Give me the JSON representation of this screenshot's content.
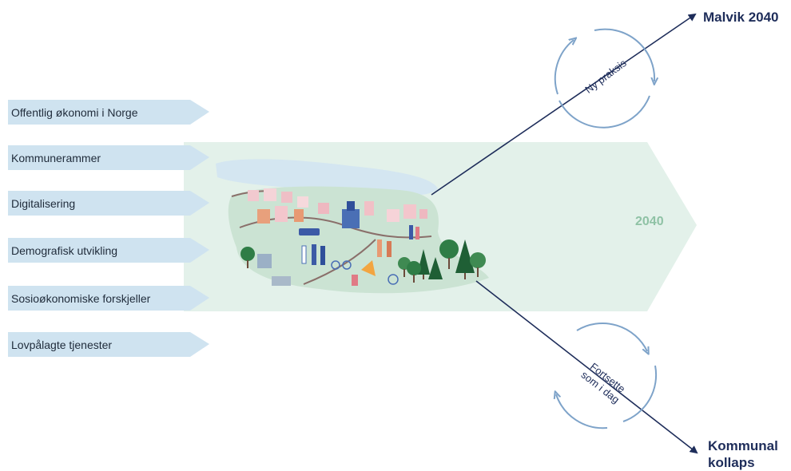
{
  "factors": [
    "Offentlig økonomi i Norge",
    "Kommunerammer",
    "Digitalisering",
    "Demografisk utvikling",
    "Sosioøkonomiske forskjeller",
    "Lovpålagte tjenester"
  ],
  "year": "2040",
  "outcomes": {
    "top": "Malvik 2040",
    "bottom": "Kommunal kollaps"
  },
  "cycles": {
    "top": "Ny praksis",
    "bottom": "Fortsette\nsom i dag"
  },
  "colors": {
    "factor_arrow": "#cfe3f0",
    "big_arrow": "#e3f1ea",
    "year_text": "#8fc2a5",
    "navy": "#1e2d5a",
    "cycle_ring": "#7ea3c9"
  }
}
